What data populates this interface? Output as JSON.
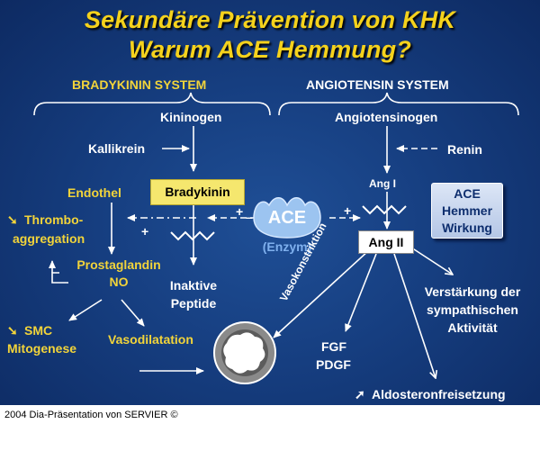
{
  "title": {
    "line1": "Sekundäre Prävention von KHK",
    "line2": "Warum ACE Hemmung?"
  },
  "sections": {
    "bradykinin": "BRADYKININ SYSTEM",
    "angiotensin": "ANGIOTENSIN SYSTEM"
  },
  "bradykinin_side": {
    "kininogen": "Kininogen",
    "kallikrein": "Kallikrein",
    "bradykinin": "Bradykinin",
    "endothel": "Endothel",
    "thrombo_line1": "Thrombo-",
    "thrombo_line2": "aggregation",
    "prostaglandin": "Prostaglandin",
    "no": "NO",
    "inaktive": "Inaktive",
    "peptide": "Peptide",
    "smc": "SMC",
    "mitogenese": "Mitogenese",
    "vasodilatation": "Vasodilatation"
  },
  "angiotensin_side": {
    "angiotensinogen": "Angiotensinogen",
    "renin": "Renin",
    "ang1": "Ang I",
    "ang2": "Ang II",
    "vasokonstriktion": "Vasokonstriktion",
    "fgf": "FGF",
    "pdgf": "PDGF",
    "verstaerkung_line1": "Verstärkung der",
    "verstaerkung_line2": "sympathischen",
    "verstaerkung_line3": "Aktivität",
    "aldosteron": "Aldosteronfreisetzung"
  },
  "ace": {
    "label": "ACE",
    "sub": "(Enzym)"
  },
  "ace_hemmer": {
    "line1": "ACE",
    "line2": "Hemmer",
    "line3": "Wirkung"
  },
  "signs": {
    "plus": "+",
    "minus": "–"
  },
  "symbols": {
    "down_arrow": "➘",
    "up_arrow": "➚"
  },
  "footer": "2004 Dia-Präsentation von SERVIER ©",
  "colors": {
    "title": "#f5d21c",
    "yellow_text": "#f2d43a",
    "background": "#163e80",
    "bradykinin_box": "#f5e76e",
    "ace_hemmer_box": "#c8d6ef"
  }
}
